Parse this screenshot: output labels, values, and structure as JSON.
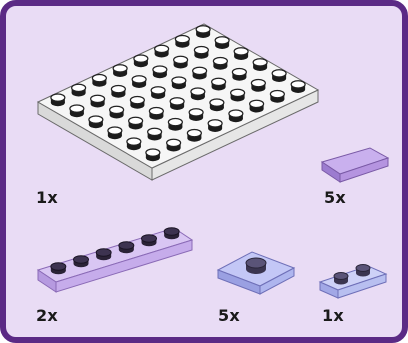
{
  "parts": [
    {
      "name": "white-plate-8x6",
      "color": "#f6f6f6",
      "count_label": "1x"
    },
    {
      "name": "lavender-tile-1x2",
      "color": "#b594e0",
      "count_label": "5x"
    },
    {
      "name": "lavender-plate-1x6",
      "color": "#cbb2ec",
      "count_label": "2x"
    },
    {
      "name": "trans-purple-plate-2x2-center-stud",
      "color": "#aeb5ee",
      "count_label": "5x"
    },
    {
      "name": "trans-purple-plate-1x2",
      "color": "#b8bff0",
      "count_label": "1x"
    }
  ]
}
